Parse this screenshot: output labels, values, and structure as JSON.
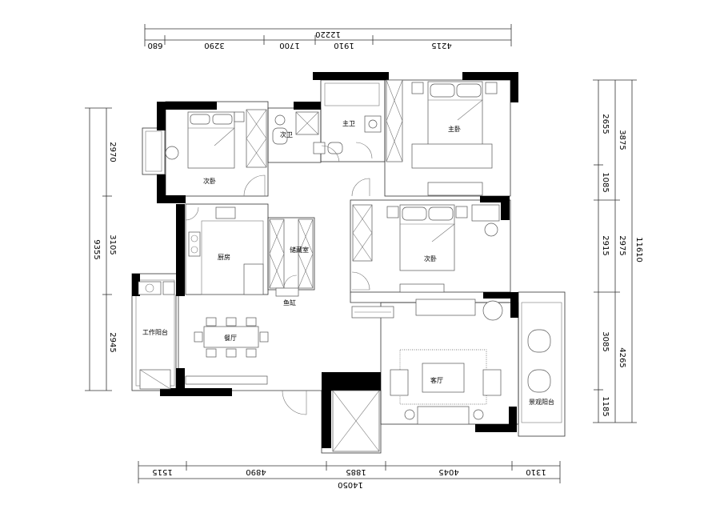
{
  "rooms": {
    "bedroom_nw": "次卧",
    "bath_second": "次卫",
    "bath_master": "主卫",
    "master_bedroom": "主卧",
    "kitchen": "厨房",
    "storage": "储藏室",
    "bedroom_mid": "次卧",
    "fish_tank": "鱼缸",
    "work_balcony": "工作阳台",
    "dining": "餐厅",
    "living": "客厅",
    "view_balcony": "景观阳台"
  },
  "dimensions": {
    "top_total": "12220",
    "top_segments": [
      "680",
      "3290",
      "1700",
      "1910",
      "4215"
    ],
    "bottom_total": "14050",
    "bottom_segments": [
      "1515",
      "4890",
      "1885",
      "4045",
      "1310"
    ],
    "left_total": "9355",
    "left_segments": [
      "2970",
      "3105",
      "2945"
    ],
    "right_inner": [
      "2655",
      "1085",
      "2915",
      "3085",
      "1185"
    ],
    "right_outer": [
      "3875",
      "2975",
      "4265"
    ],
    "right_total": "11610"
  }
}
